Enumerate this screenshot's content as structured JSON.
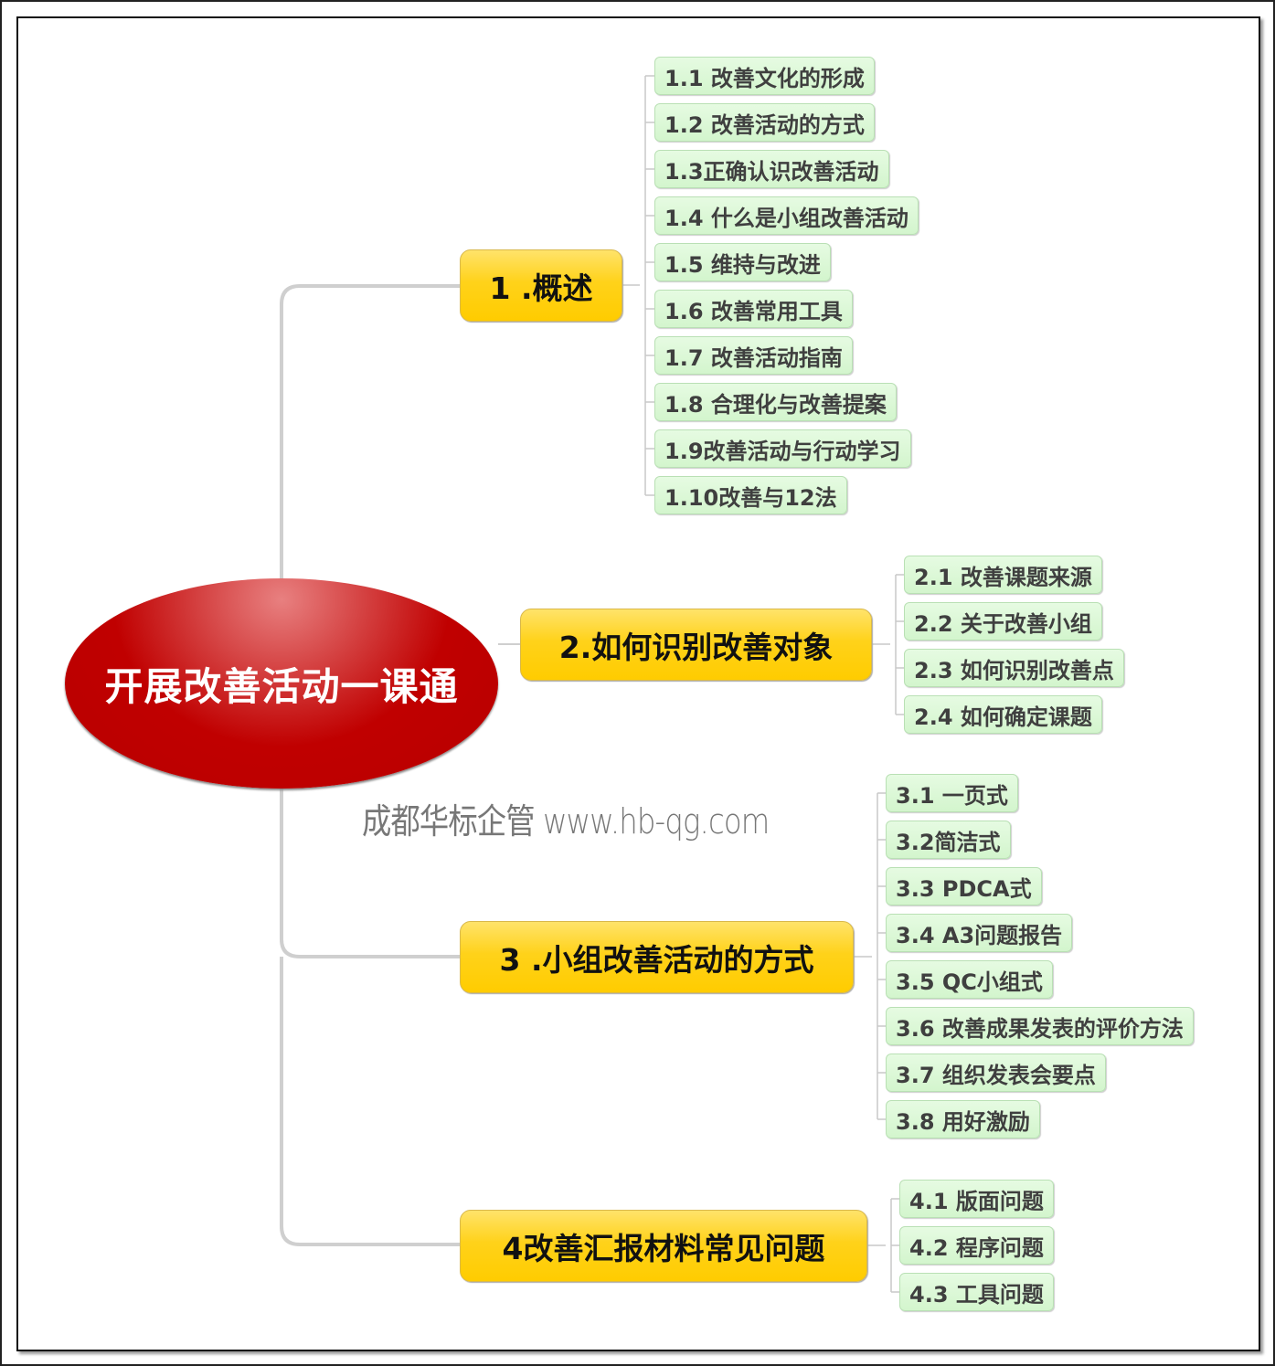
{
  "root": "开展改善活动一课通",
  "watermark": "成都华标企管 www.hb-qg.com",
  "colors": {
    "root": "#c00000",
    "main": "#ffcc00",
    "sub": "#d3f5cd"
  },
  "branches": [
    {
      "label": "1 .概述",
      "children": [
        "1.1 改善文化的形成",
        "1.2 改善活动的方式",
        "1.3正确认识改善活动",
        "1.4 什么是小组改善活动",
        "1.5 维持与改进",
        "1.6 改善常用工具",
        "1.7 改善活动指南",
        "1.8 合理化与改善提案",
        "1.9改善活动与行动学习",
        "1.10改善与12法"
      ]
    },
    {
      "label": "2.如何识别改善对象",
      "children": [
        "2.1 改善课题来源",
        "2.2 关于改善小组",
        "2.3 如何识别改善点",
        "2.4 如何确定课题"
      ]
    },
    {
      "label": "3 .小组改善活动的方式",
      "children": [
        "3.1 一页式",
        "3.2简洁式",
        "3.3 PDCA式",
        "3.4 A3问题报告",
        "3.5 QC小组式",
        "3.6 改善成果发表的评价方法",
        "3.7 组织发表会要点",
        "3.8 用好激励"
      ]
    },
    {
      "label": "4改善汇报材料常见问题",
      "children": [
        "4.1 版面问题",
        "4.2 程序问题",
        "4.3 工具问题"
      ]
    }
  ]
}
